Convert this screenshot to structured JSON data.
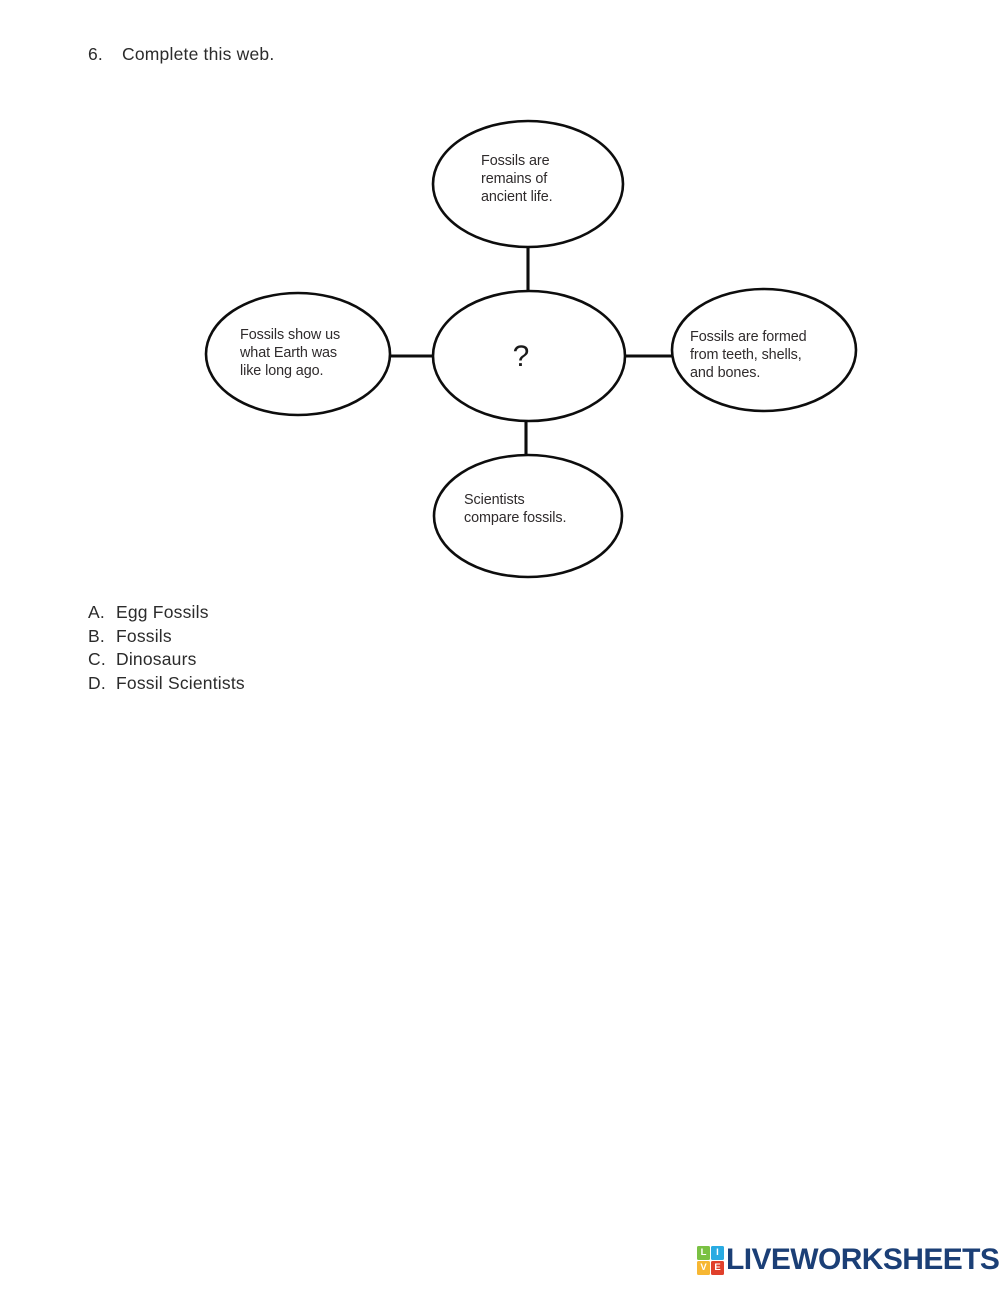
{
  "question": {
    "number": "6.",
    "prompt": "Complete this web."
  },
  "diagram": {
    "type": "concept-web",
    "center": {
      "label": "?",
      "name": "center-node"
    },
    "nodes": [
      {
        "position": "top",
        "text_lines": [
          "Fossils are",
          "remains of",
          "ancient life."
        ]
      },
      {
        "position": "left",
        "text_lines": [
          "Fossils show us",
          "what Earth was",
          "like long ago."
        ]
      },
      {
        "position": "right",
        "text_lines": [
          "Fossils are formed",
          "from teeth, shells,",
          "and bones."
        ]
      },
      {
        "position": "bottom",
        "text_lines": [
          "Scientists",
          "compare fossils."
        ]
      }
    ],
    "connectors": 4,
    "stroke_color": "#0d0d0d",
    "fill_color": "#ffffff"
  },
  "options": [
    {
      "letter": "A.",
      "label": "Egg Fossils"
    },
    {
      "letter": "B.",
      "label": "Fossils"
    },
    {
      "letter": "C.",
      "label": "Dinosaurs"
    },
    {
      "letter": "D.",
      "label": "Fossil Scientists"
    }
  ],
  "footer": {
    "logo": {
      "tiles": [
        {
          "letter": "L",
          "color": "#7ac143"
        },
        {
          "letter": "I",
          "color": "#29abe2"
        },
        {
          "letter": "V",
          "color": "#f7b733"
        },
        {
          "letter": "E",
          "color": "#e0402b"
        }
      ],
      "wordmark": "LIVEWORKSHEETS",
      "wordmark_color": "#1b3f76"
    }
  }
}
